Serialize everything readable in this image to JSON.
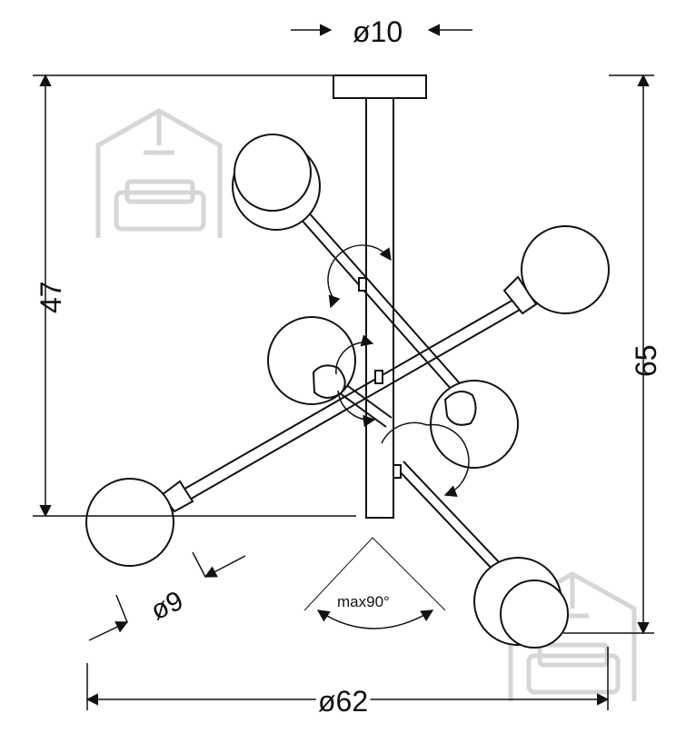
{
  "dimensions": {
    "canopy_diameter": "ø10",
    "height_fixture": "47",
    "height_total": "65",
    "shade_diameter": "ø9",
    "total_diameter": "ø62",
    "rotation": "max90°"
  },
  "watermark_icon": "house-sofa-watermark-icon",
  "colors": {
    "line": "#111111",
    "watermark": "#d6d6d6",
    "background": "#ffffff"
  }
}
